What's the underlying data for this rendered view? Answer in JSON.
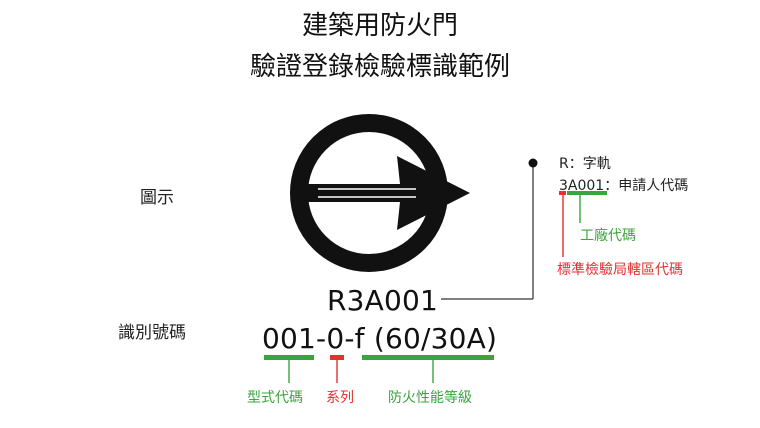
{
  "title": {
    "line1": "建築用防火門",
    "line2": "驗證登錄檢驗標識範例"
  },
  "labels": {
    "figure": "圖示",
    "identification_code": "識別號碼"
  },
  "codes": {
    "registration": "R3A001",
    "model": "001-0-f (60/30A)"
  },
  "legend": {
    "r_line": "R：字軌",
    "id_line": "3A001：申請人代碼",
    "factory_code": "工廠代碼",
    "bureau_code": "標準檢驗局轄區代碼"
  },
  "segments": {
    "type_code": "型式代碼",
    "series": "系列",
    "fire_rating": "防火性能等級"
  },
  "colors": {
    "green": "#3aa53a",
    "red": "#e53030",
    "black": "#111111"
  },
  "icons": {
    "logo": "bsmi-circle-arrow-logo"
  }
}
